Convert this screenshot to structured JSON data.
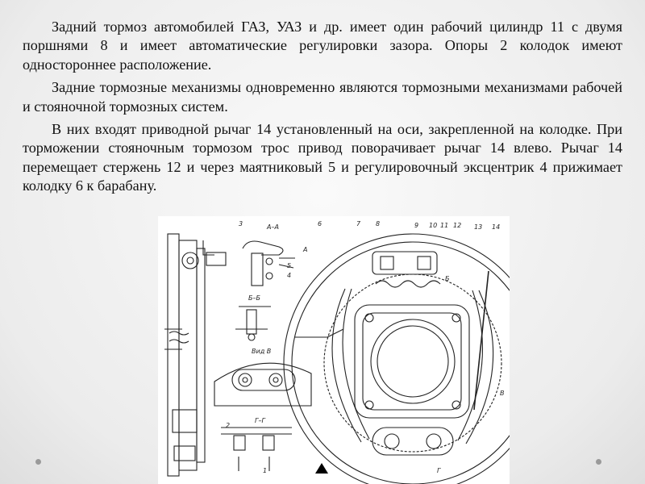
{
  "paragraphs": [
    "Задний тормоз автомобилей ГАЗ, УАЗ и др. имеет один рабочий цилиндр 11 с двумя поршнями 8 и имеет автоматические регулировки зазора. Опоры 2 колодок имеют одностороннее расположение.",
    "Задние тормозные механизмы одновременно являются тормозными механизмами рабочей и стояночной тормозных систем.",
    "В них входят приводной рычаг 14 установленный на оси, закрепленной на колодке. При торможении стояночным тормозом трос привод поворачивает рычаг 14 влево. Рычаг 14 перемещает стержень 12 и через маятниковый 5 и регулировочный эксцентрик 4 прижимает колодку 6 к барабану."
  ],
  "diagram": {
    "section_labels": [
      "А–А",
      "Б–Б",
      "Вид В",
      "Г–Г"
    ],
    "part_numbers": [
      "3",
      "1",
      "4",
      "5",
      "6",
      "7",
      "8",
      "9",
      "10",
      "11",
      "12",
      "13",
      "14",
      "2",
      "А",
      "Б",
      "В",
      "Г"
    ]
  }
}
